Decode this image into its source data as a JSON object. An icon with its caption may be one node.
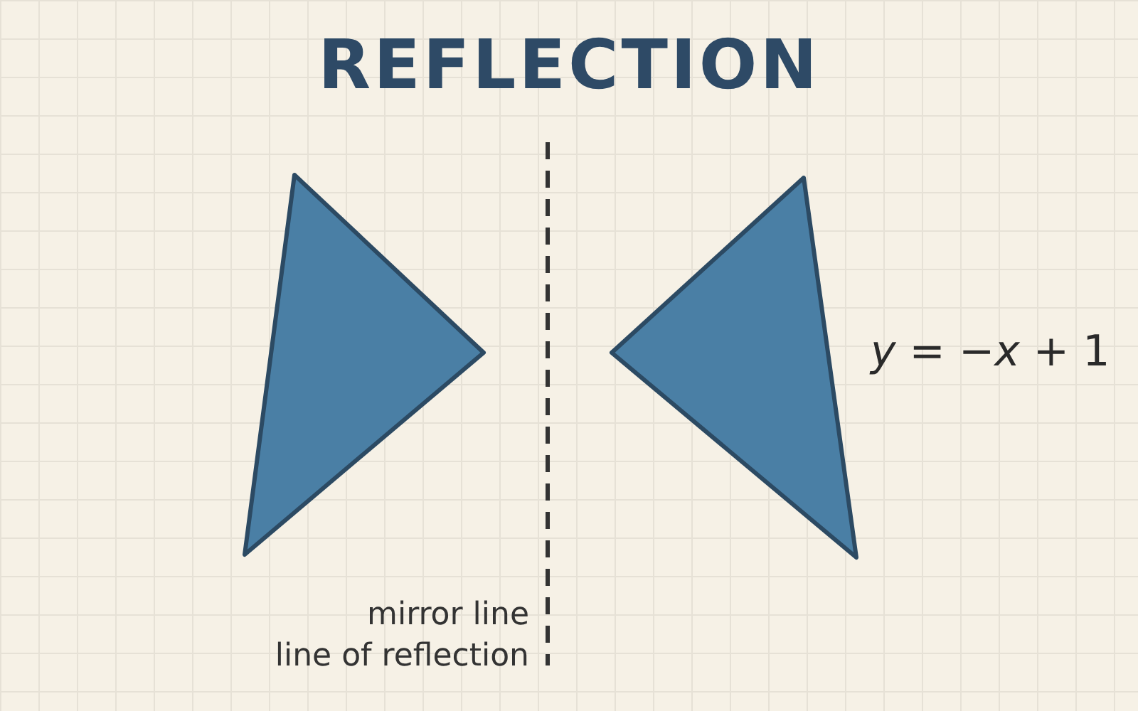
{
  "diagram": {
    "title": "REFLECTION",
    "labels": [
      "*y* = −*x* + 1",
      "mirror line",
      "line of reflection"
    ]
  }
}
